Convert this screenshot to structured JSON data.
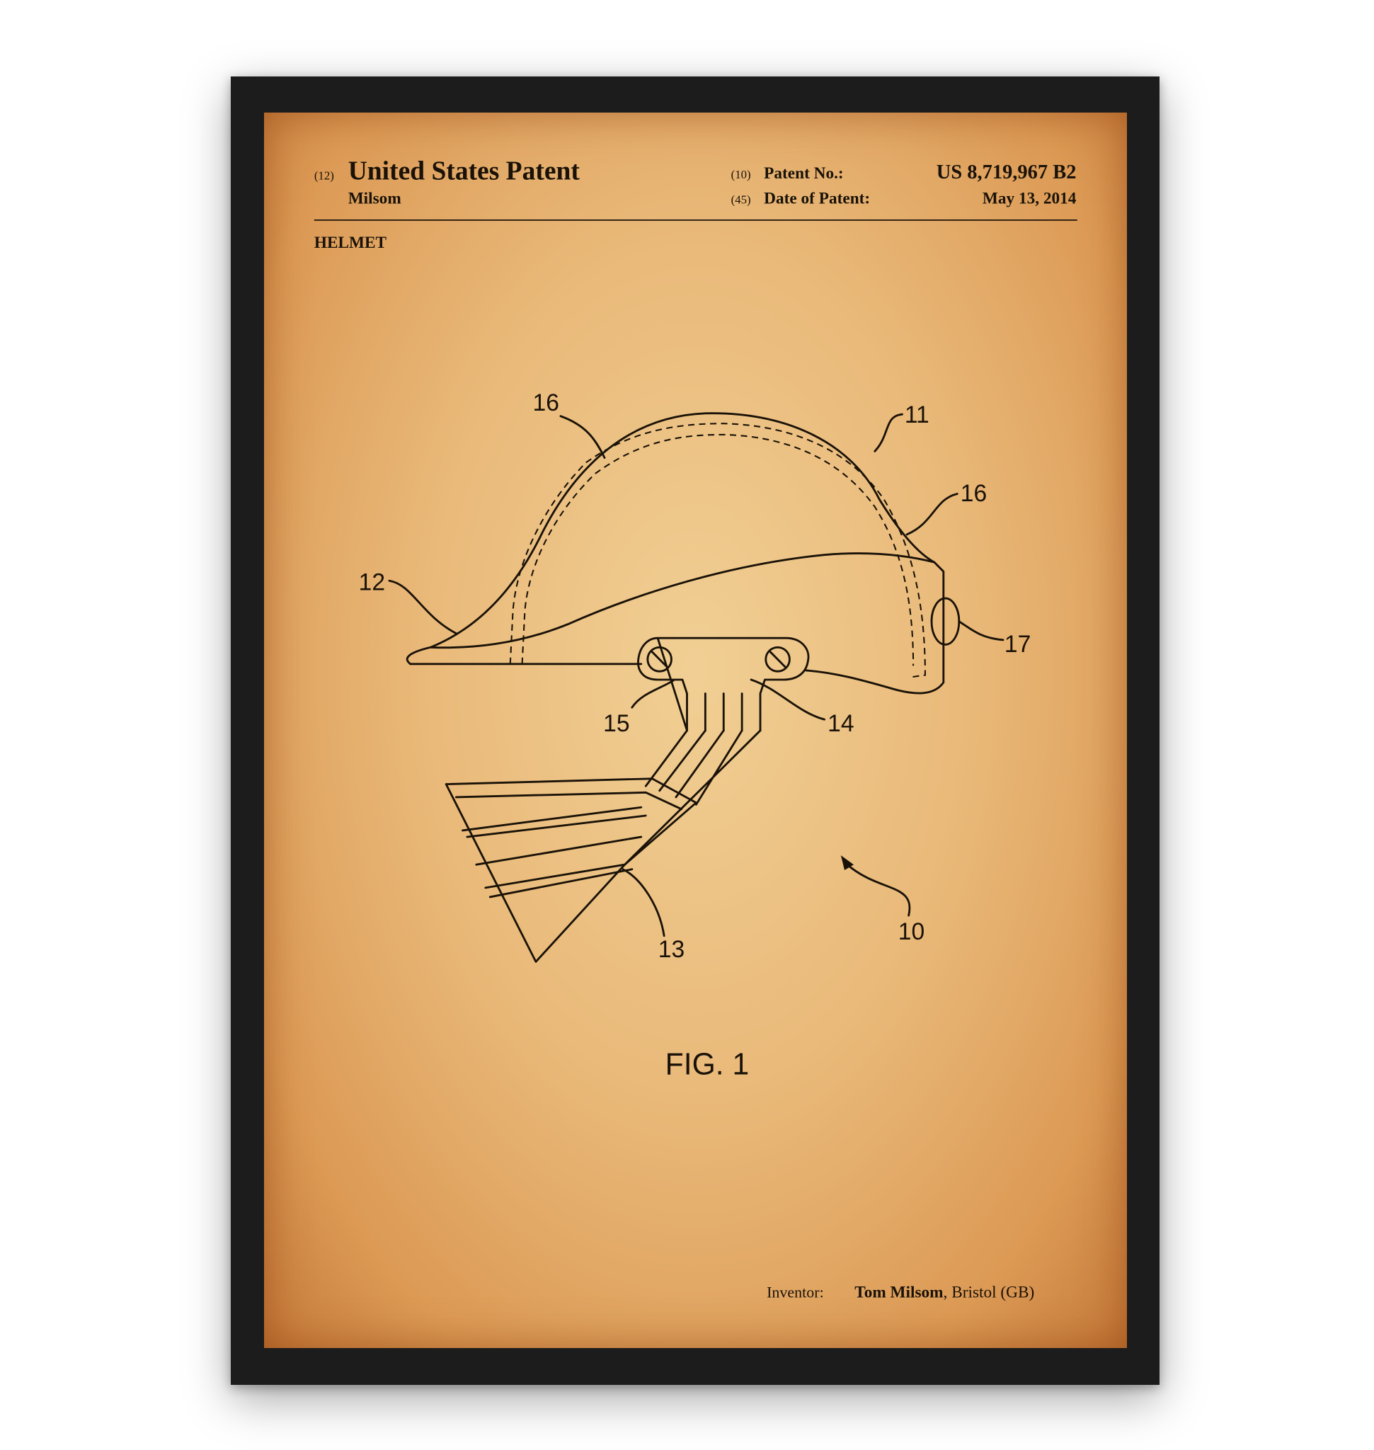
{
  "header": {
    "code_12": "(12)",
    "title": "United States Patent",
    "inventor_surname": "Milsom",
    "code_10": "(10)",
    "patent_no_label": "Patent No.:",
    "patent_no": "US 8,719,967 B2",
    "code_45": "(45)",
    "date_label": "Date of Patent:",
    "date": "May 13, 2014"
  },
  "invention_title": "HELMET",
  "figure": {
    "caption": "FIG. 1",
    "refs": [
      "16",
      "11",
      "16",
      "12",
      "17",
      "15",
      "14",
      "13",
      "10"
    ]
  },
  "footer": {
    "inventor_label": "Inventor:",
    "inventor_name": "Tom Milsom",
    "inventor_location": ", Bristol (GB)"
  }
}
